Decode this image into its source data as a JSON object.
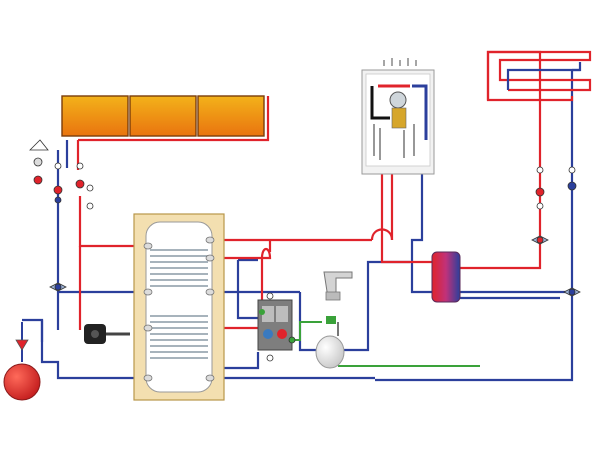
{
  "colors": {
    "hot": "#e0232b",
    "cold": "#2b3f9c",
    "drinking_water": "#3aa23a",
    "collector_top": "#f3b21a",
    "collector_bottom": "#e9740f",
    "tank_shell": "#f3dfb0",
    "tank_outline": "#b8974a",
    "coil": "#8a9aa6",
    "expansion_vessel": "#e23a2a"
  },
  "components": {
    "solar_collectors": 3,
    "storage_tank_coils": 2,
    "radiant_floor_loop": 1,
    "wall_boiler": 1,
    "heat_exchanger": 1,
    "expansion_vessels": 2
  },
  "icons": [
    "solar-collector-icon",
    "wall-boiler-icon",
    "storage-tank-icon",
    "expansion-vessel-icon",
    "water-heater-icon",
    "pump-station-icon",
    "mixing-valve-icon",
    "floor-heating-loop-icon",
    "tap-icon",
    "probe-icon"
  ]
}
